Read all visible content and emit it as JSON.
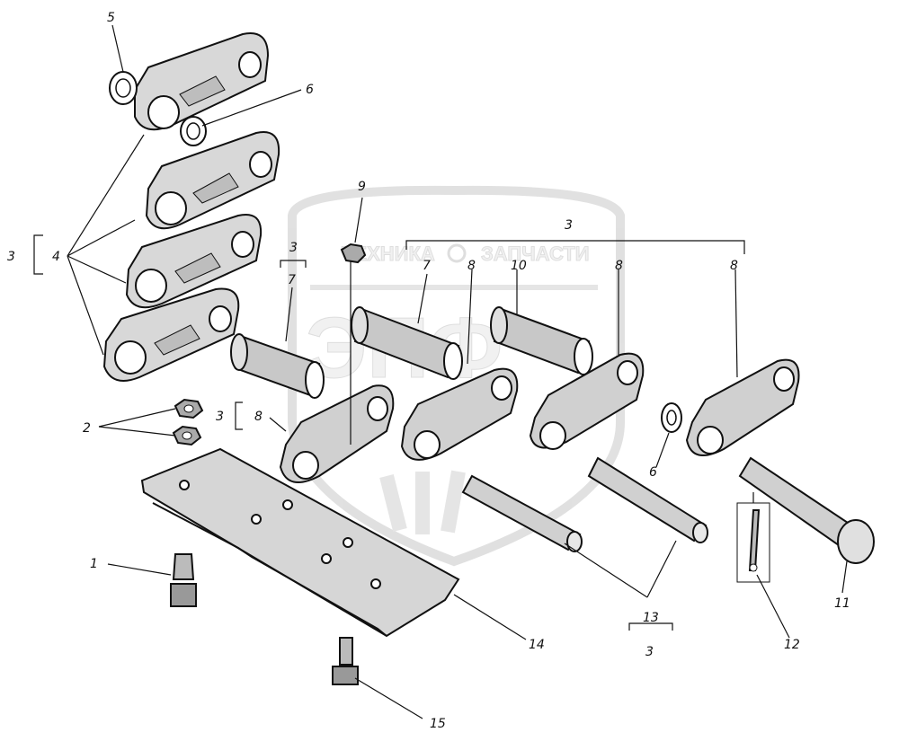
{
  "watermark": {
    "brand_left": "ТЕХНИКА",
    "brand_right": "ЗАПЧАСТИ",
    "logo_letters": "ЭПФ"
  },
  "callouts": {
    "n1": "1",
    "n2": "2",
    "n3_left": "3",
    "n4": "4",
    "n5": "5",
    "n6_top": "6",
    "n6_right": "6",
    "n3_bush": "3",
    "n7_left": "7",
    "n7_mid": "7",
    "n8_bracket": "8",
    "n3_bracket8": "3",
    "n8_a": "8",
    "n8_b": "8",
    "n8_c": "8",
    "n9": "9",
    "n3_top": "3",
    "n10": "10",
    "n11": "11",
    "n12": "12",
    "n13": "13",
    "n3_bottom": "3",
    "n14": "14",
    "n15": "15"
  },
  "colors": {
    "line": "#111111",
    "shade": "#bdbdbd",
    "watermark": "#d0d0d0"
  }
}
